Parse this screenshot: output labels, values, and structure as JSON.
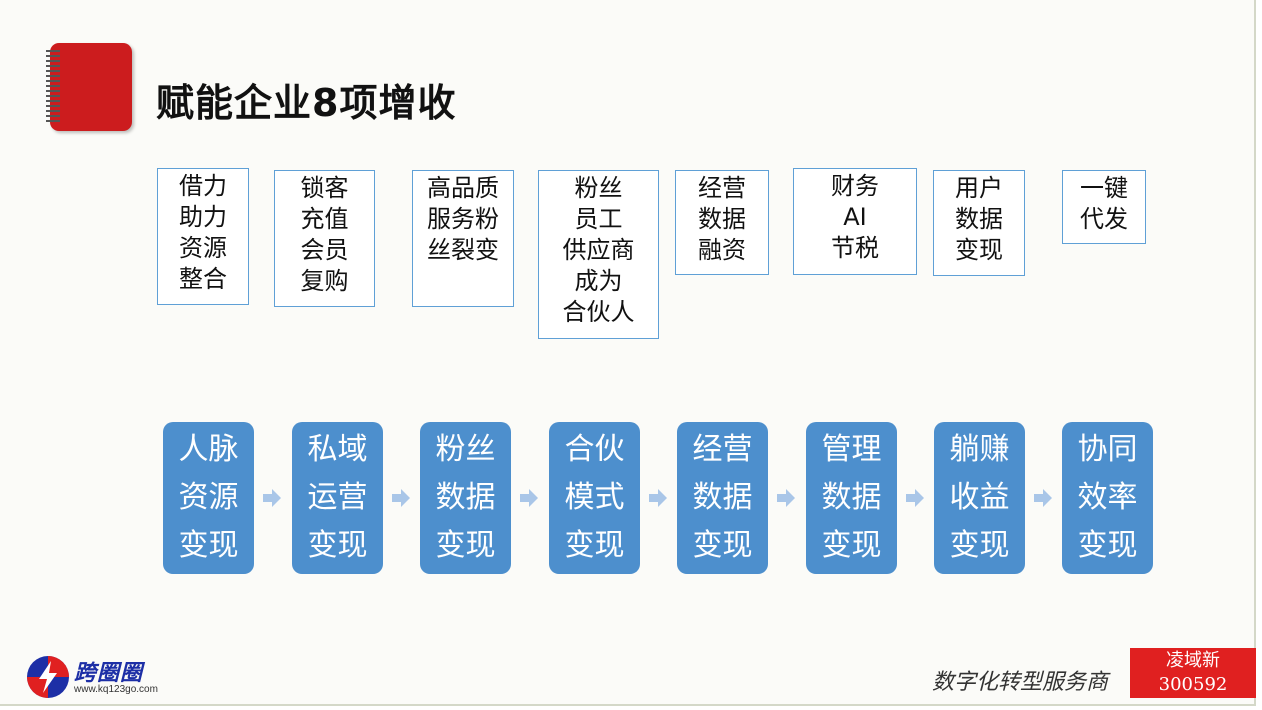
{
  "title": "赋能企业8项增收",
  "top_items": [
    {
      "text": "借力\n助力\n资源\n整合"
    },
    {
      "text": "锁客\n充值\n会员\n复购"
    },
    {
      "text": "高品质\n服务粉\n丝裂变"
    },
    {
      "text": "粉丝\n员工\n供应商\n成为\n合伙人"
    },
    {
      "text": "经营\n数据\n融资"
    },
    {
      "text": "财务\nAI\n节税"
    },
    {
      "text": "用户\n数据\n变现"
    },
    {
      "text": "一键\n代发"
    }
  ],
  "flow_items": [
    {
      "text": "人脉\n资源\n变现"
    },
    {
      "text": "私域\n运营\n变现"
    },
    {
      "text": "粉丝\n数据\n变现"
    },
    {
      "text": "合伙\n模式\n变现"
    },
    {
      "text": "经营\n数据\n变现"
    },
    {
      "text": "管理\n数据\n变现"
    },
    {
      "text": "躺赚\n收益\n变现"
    },
    {
      "text": "协同\n效率\n变现"
    }
  ],
  "footer": {
    "logo_name": "跨圈圈",
    "logo_url": "www.kq123go.com",
    "tagline": "数字化转型服务商",
    "stock_name": "凌域新",
    "stock_code": "300592"
  },
  "colors": {
    "accent_red": "#cc1c1e",
    "flow_blue": "#4d8fcd",
    "box_border": "#5fa0d6",
    "arrow": "#a9c6e8"
  },
  "icons": [
    "notebook-icon",
    "arrow-right-icon",
    "kuaquanquan-logo-icon"
  ]
}
